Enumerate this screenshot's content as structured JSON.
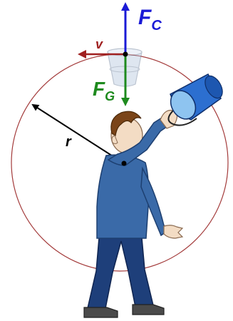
{
  "labels": {
    "velocity": "v",
    "radius": "r",
    "centripetal_force_main": "F",
    "centripetal_force_sub": "C",
    "gravity_force_main": "F",
    "gravity_force_sub": "G"
  },
  "colors": {
    "orbit": "#a33a3a",
    "velocity": "#a02020",
    "centripetal": "#1a1ad6",
    "gravity": "#1e8a1e",
    "radius": "#000000",
    "bucket": "#2c6fd0",
    "shirt": "#3a6aa8",
    "trousers": "#1e3f7a",
    "hair": "#7a4418",
    "skin": "#f3dcc4",
    "shoes": "#4a4a4a"
  }
}
